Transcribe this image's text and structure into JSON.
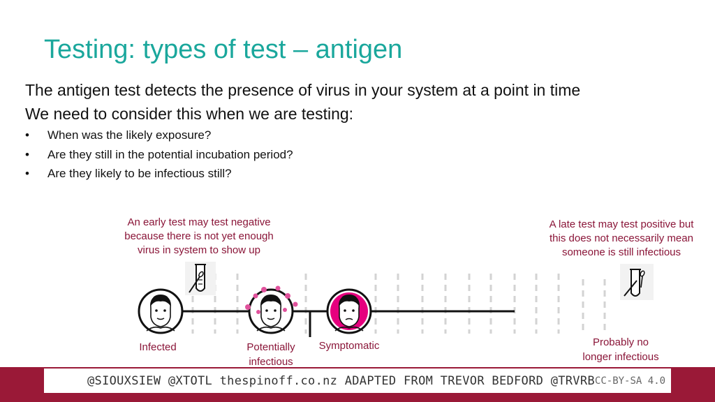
{
  "title": "Testing: types of test – antigen",
  "intro": {
    "line1": "The antigen test detects the presence of virus in your system at a point in time",
    "line2": "We need to consider this when we are testing:",
    "bullet_char": "•",
    "bullets": [
      "When was the likely exposure?",
      "Are they still in the potential incubation period?",
      "Are they likely to be infectious still?"
    ]
  },
  "diagram": {
    "early_note": [
      "An early test may test negative",
      "because there is not yet enough",
      "virus in system to show up"
    ],
    "late_note": [
      "A late test may test positive but",
      "this does not necessarily mean",
      "someone is still infectious"
    ],
    "stages": {
      "infected": "Infected",
      "potentially_infectious": [
        "Potentially",
        "infectious"
      ],
      "symptomatic": "Symptomatic",
      "no_longer_infectious": [
        "Probably no",
        "longer infectious"
      ]
    },
    "colors": {
      "title": "#1aa79c",
      "note": "#8a1538",
      "symptomatic_face": "#e6007e",
      "virus": "#e0529c",
      "footer_band": "#9a1937"
    },
    "icons": [
      "person-face-icon",
      "virus-icon",
      "test-tube-swab-icon"
    ]
  },
  "footer": {
    "credit": "@SIOUXSIEW @XTOTL thespinoff.co.nz ADAPTED FROM TREVOR BEDFORD @TRVRB",
    "license": "CC-BY-SA 4.0"
  }
}
